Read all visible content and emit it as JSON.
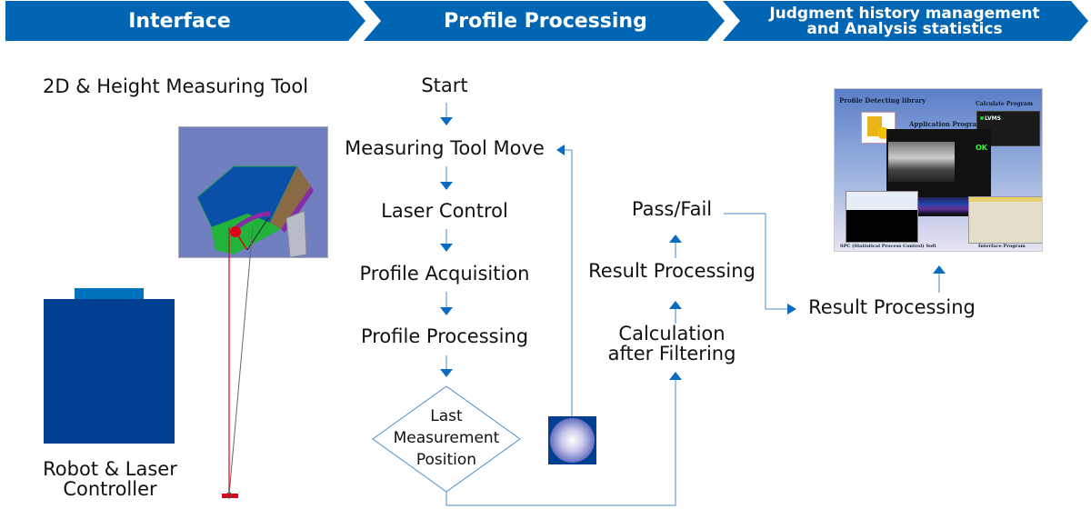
{
  "banner": {
    "stages": [
      {
        "label": "Interface"
      },
      {
        "label": "Profile Processing"
      },
      {
        "label": "Judgment history management and Analysis statistics",
        "line1": "Judgment history management",
        "line2": "and Analysis statistics"
      }
    ],
    "color": "#0066b3"
  },
  "interface": {
    "measuring_tool_title": "2D & Height Measuring Tool",
    "controller_title_line1": "Robot & Laser",
    "controller_title_line2": "Controller"
  },
  "flow": {
    "main_steps": [
      {
        "label": "Start"
      },
      {
        "label": "Measuring Tool Move"
      },
      {
        "label": "Laser Control"
      },
      {
        "label": "Profile Acquisition"
      },
      {
        "label": "Profile Processing"
      }
    ],
    "decision": {
      "line1": "Last",
      "line2": "Measurement",
      "line3": "Position"
    },
    "return_steps": [
      {
        "label": "Pass/Fail"
      },
      {
        "label": "Result Processing"
      },
      {
        "label_line1": "Calculation",
        "label_line2": "after Filtering"
      }
    ],
    "output_step": "Result Processing"
  },
  "software_panel": {
    "profile_library": "Profile Detecting library",
    "calculate_program": "Calculate Program",
    "application_program": "Application Program",
    "lvms": "LVMS",
    "ok": "OK",
    "spc_soft": "SPC (Statistical Process Control) Soft",
    "interface_program": "Interface Program"
  },
  "colors": {
    "arrow": "#0a6cbf",
    "line": "#4a8fcf",
    "controller": "#003f91",
    "controller_top": "#0071bc",
    "laser": "#e0001a"
  }
}
